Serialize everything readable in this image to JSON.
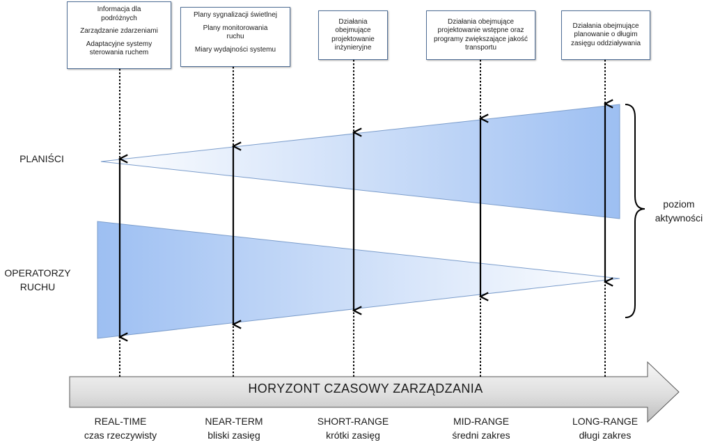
{
  "boxes": [
    {
      "lines": [
        "Informacja dla podróżnych",
        "Zarządzanie zdarzeniami",
        "Adaptacyjne systemy sterowania ruchem"
      ]
    },
    {
      "lines": [
        "Plany sygnalizacji świetlnej",
        "Plany monitorowania ruchu",
        "Miary wydajności systemu"
      ]
    },
    {
      "lines": [
        "Działania obejmujące projektowanie inżynieryjne"
      ]
    },
    {
      "lines": [
        "Działania obejmujące projektowanie wstępne oraz programy zwiększające jakość transportu"
      ]
    },
    {
      "lines": [
        "Działania obejmujące planowanie o długim zasięgu oddziaływania"
      ]
    }
  ],
  "rows": {
    "planners": "PLANIŚCI",
    "operators_line1": "OPERATORZY",
    "operators_line2": "RUCHU"
  },
  "brace_label": {
    "line1": "poziom",
    "line2": "aktywności"
  },
  "axis": {
    "title": "HORYZONT  CZASOWY  ZARZĄDZANIA"
  },
  "horizons": [
    {
      "en": "REAL-TIME",
      "pl": "czas  rzeczywisty"
    },
    {
      "en": "NEAR-TERM",
      "pl": "bliski zasięg"
    },
    {
      "en": "SHORT-RANGE",
      "pl": "krótki zasięg"
    },
    {
      "en": "MID-RANGE",
      "pl": "średni zakres"
    },
    {
      "en": "LONG-RANGE",
      "pl": "długi zakres"
    }
  ],
  "colors": {
    "wedge_light": "#ffffff",
    "wedge_dark": "#9dbff2",
    "wedge_border": "#7a9ccb",
    "box_border": "#4f6e96",
    "arrow_light": "#f4f4f4",
    "arrow_dark": "#c8c8c8",
    "line": "#000000"
  }
}
